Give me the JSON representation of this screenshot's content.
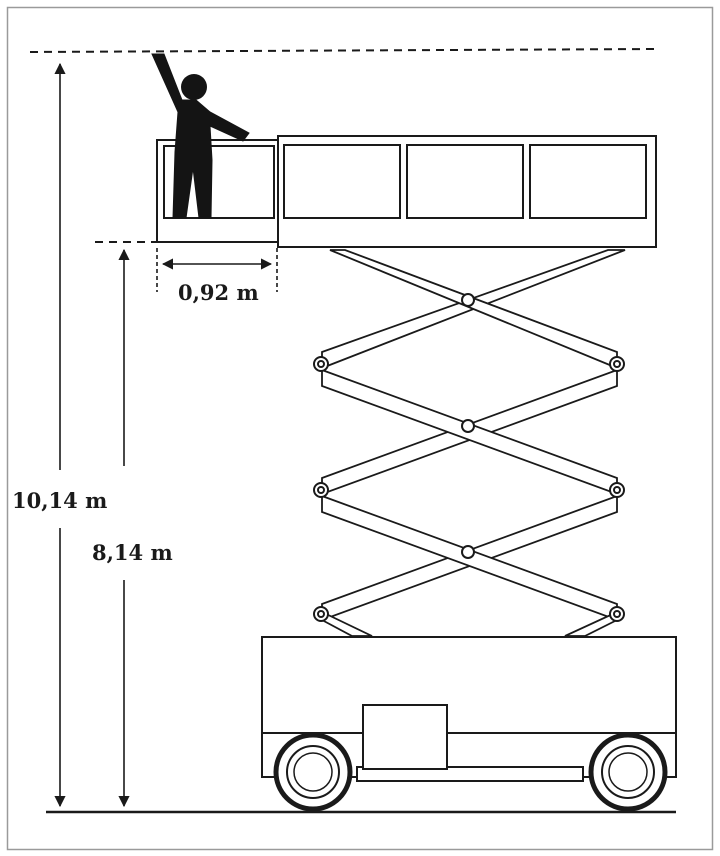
{
  "labels": {
    "total_height": "10,14 m",
    "platform_height": "8,14 m",
    "platform_extension": "0,92 m"
  },
  "colors": {
    "line": "#1a1a1a",
    "frame": "#9a9a9a",
    "background": "#ffffff"
  }
}
